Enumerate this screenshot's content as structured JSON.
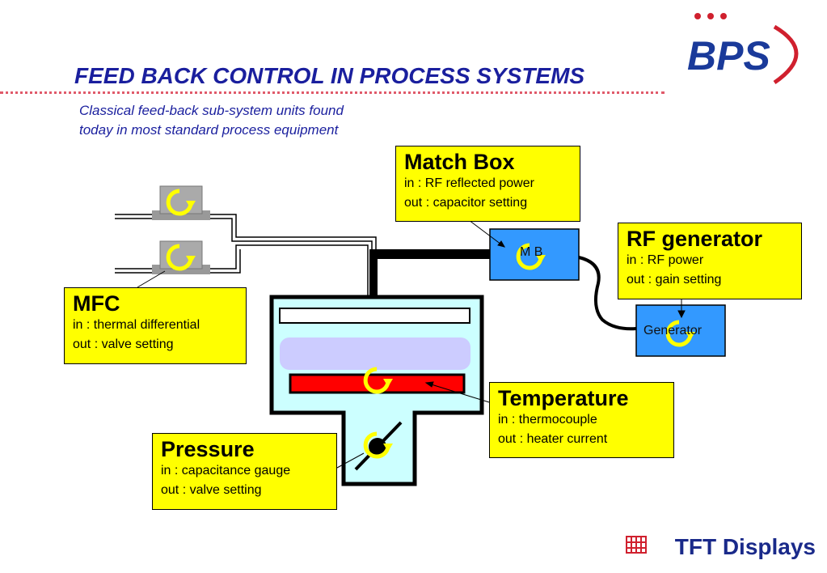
{
  "header": {
    "title": "FEED BACK CONTROL IN PROCESS SYSTEMS",
    "subtitle_line1": "Classical feed-back sub-system units found",
    "subtitle_line2": "today in most standard process equipment"
  },
  "brand": {
    "logo_text": "BPS",
    "footer_text": "TFT Displays",
    "logo_color": "#1a3a9a",
    "accent_color": "#d0202e"
  },
  "callouts": {
    "match_box": {
      "title": "Match Box",
      "in": "in : RF reflected power",
      "out": "out : capacitor setting"
    },
    "rf_generator": {
      "title": "RF generator",
      "in": "in : RF power",
      "out": "out : gain setting"
    },
    "mfc": {
      "title": "MFC",
      "in": "in : thermal differential",
      "out": "out : valve setting"
    },
    "temperature": {
      "title": "Temperature",
      "in": "in : thermocouple",
      "out": "out : heater current"
    },
    "pressure": {
      "title": "Pressure",
      "in": "in : capacitance gauge",
      "out": "out : valve setting"
    }
  },
  "units": {
    "match_box_label": "M B",
    "generator_label": "Generator"
  },
  "colors": {
    "callout_fill": "#ffff00",
    "unit_fill": "#3399ff",
    "chamber_fill": "#ccffff",
    "plasma_fill": "#ccccff",
    "heater_fill": "#ff0000",
    "loop_arrow": "#ffff00"
  }
}
